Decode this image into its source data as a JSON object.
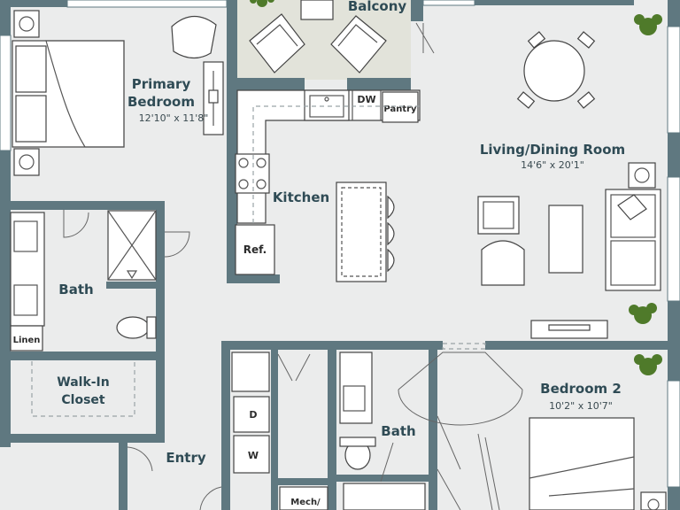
{
  "colors": {
    "wall": "#5f7880",
    "floor": "#ebecec",
    "balcony_floor": "#e2e3da",
    "label": "#2f4b55",
    "plant": "#4f7a2a"
  },
  "rooms": {
    "balcony": {
      "name": "Balcony"
    },
    "primary_bedroom": {
      "name_line1": "Primary",
      "name_line2": "Bedroom",
      "dims": "12'10\" x 11'8\""
    },
    "living_dining": {
      "name": "Living/Dining Room",
      "dims": "14'6\" x 20'1\""
    },
    "kitchen": {
      "name": "Kitchen"
    },
    "bath_primary": {
      "name": "Bath"
    },
    "walk_in_closet": {
      "name_line1": "Walk-In",
      "name_line2": "Closet"
    },
    "entry": {
      "name": "Entry"
    },
    "bath_2": {
      "name": "Bath"
    },
    "bedroom_2": {
      "name": "Bedroom 2",
      "dims": "10'2\" x 10'7\""
    }
  },
  "fixtures": {
    "dishwasher": "DW",
    "pantry": "Pantry",
    "refrigerator": "Ref.",
    "linen": "Linen",
    "dryer": "D",
    "washer": "W",
    "mech": "Mech/"
  }
}
